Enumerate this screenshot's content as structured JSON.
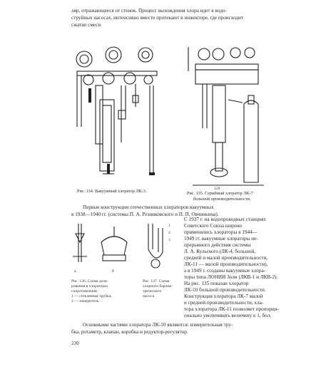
{
  "page": {
    "top_text": [
      "ляр, отражающееся от стенок. Процесс выхождения хлора идет в водо-",
      "струйных насосах, интенсивно вместе протекают в инжекторе, где происходит",
      "сжатие смеси"
    ],
    "figure_left": {
      "caption": "Рис. 134. Вакуумный хлоратор ЛК-3."
    },
    "figure_right": {
      "caption_line1": "Рис. 135. Серийный хлоратор ЛК-7",
      "caption_line2": "большой производительности.",
      "label_bottom": "128"
    },
    "intro_paragraph": [
      "Первые конструкции отечественных хлораторов вакуумных",
      "в 1938—1940 гг. (системы П. А. Резниковского и П. П. Овчинкина)."
    ],
    "right_column_paragraph": [
      "С 1937 г. на водопроводных станциях",
      "Советского Союза широко",
      "применялись хлораторы в 1944—",
      "1949 гг. вакуумные хлораторы не-",
      "прерывного действия системы",
      "Л. А. Кульского (ЛК-4, большой,",
      "средней и малой производительности,",
      "ЛК-11 — малой производительности),",
      "а в 1949 г. созданы вакуумные хлора-",
      "торы типа ЛОНИИ Золи (ЛКВ-1 и ЛКВ-2).",
      "На рис. 135 показан хлоратор",
      "ЛК-10 большой производительности.",
      "Конструкция хлоратора ЛК-7 малой",
      "и средней производительности, хла-",
      "тора хлоратора ЛК-11 позволяет пропорци-",
      "онально увеличивать величину к 1, бол."
    ],
    "small_figures": {
      "fig136_caption": [
        "Рис. 136. Схема дози-",
        "рования в хлораторах",
        "сопротивления:",
        "1 — стеклянная трубка;",
        "2 — измеритель."
      ],
      "fig137_caption": [
        "Рис. 137. Схема",
        "хлорного бароме-",
        "трического",
        "насоса."
      ],
      "labels": {
        "a": "а",
        "b": "б",
        "n1": "1",
        "n2": "2",
        "n3": "3"
      }
    },
    "bottom_paragraph": [
      "Основными частями хлоратора ЛК-10 являются: измерительная тру-",
      "бка, ротаметр, клапан, коробка и редуктор-регулятор."
    ],
    "page_number": "230"
  }
}
